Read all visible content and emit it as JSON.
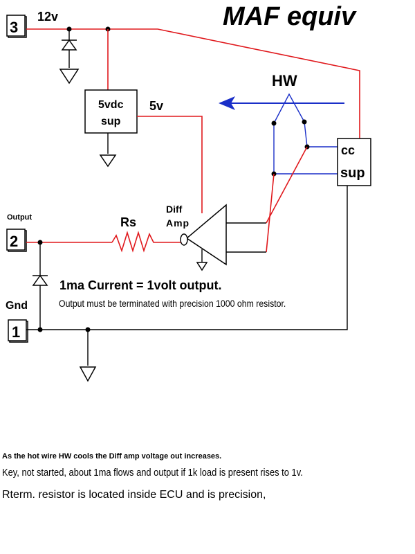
{
  "title": "MAF equiv",
  "pins": {
    "pin3": "3",
    "pin2": "2",
    "pin1": "1"
  },
  "labels": {
    "v12": "12v",
    "supply_5v_line1": "5vdc",
    "supply_5v_line2": "sup",
    "v5": "5v",
    "hw": "HW",
    "cc_line1": "cc",
    "cc_line2": "sup",
    "output": "Output",
    "rs": "Rs",
    "diff_line1": "Diff",
    "diff_line2": "Amp",
    "gnd": "Gnd",
    "headline": "1ma Current = 1volt output.",
    "subline": "Output must be terminated with precision 1000 ohm resistor."
  },
  "notes": {
    "note1": "As the hot wire HW cools the Diff amp voltage out increases.",
    "note2": "Key, not started, about 1ma flows and output if 1k load is present rises to 1v.",
    "note3": "Rterm. resistor is located inside ECU and is precision,"
  },
  "colors": {
    "wire_power": "#e0181c",
    "wire_signal": "#000000",
    "hot_wire": "#1a2fc8",
    "arrow": "#1a2fc8"
  },
  "icons": {
    "ground": "ground-symbol-icon",
    "diode": "diode-icon",
    "resistor": "resistor-icon",
    "amplifier": "diff-amp-triangle-icon",
    "arrow": "airflow-arrow-icon"
  }
}
